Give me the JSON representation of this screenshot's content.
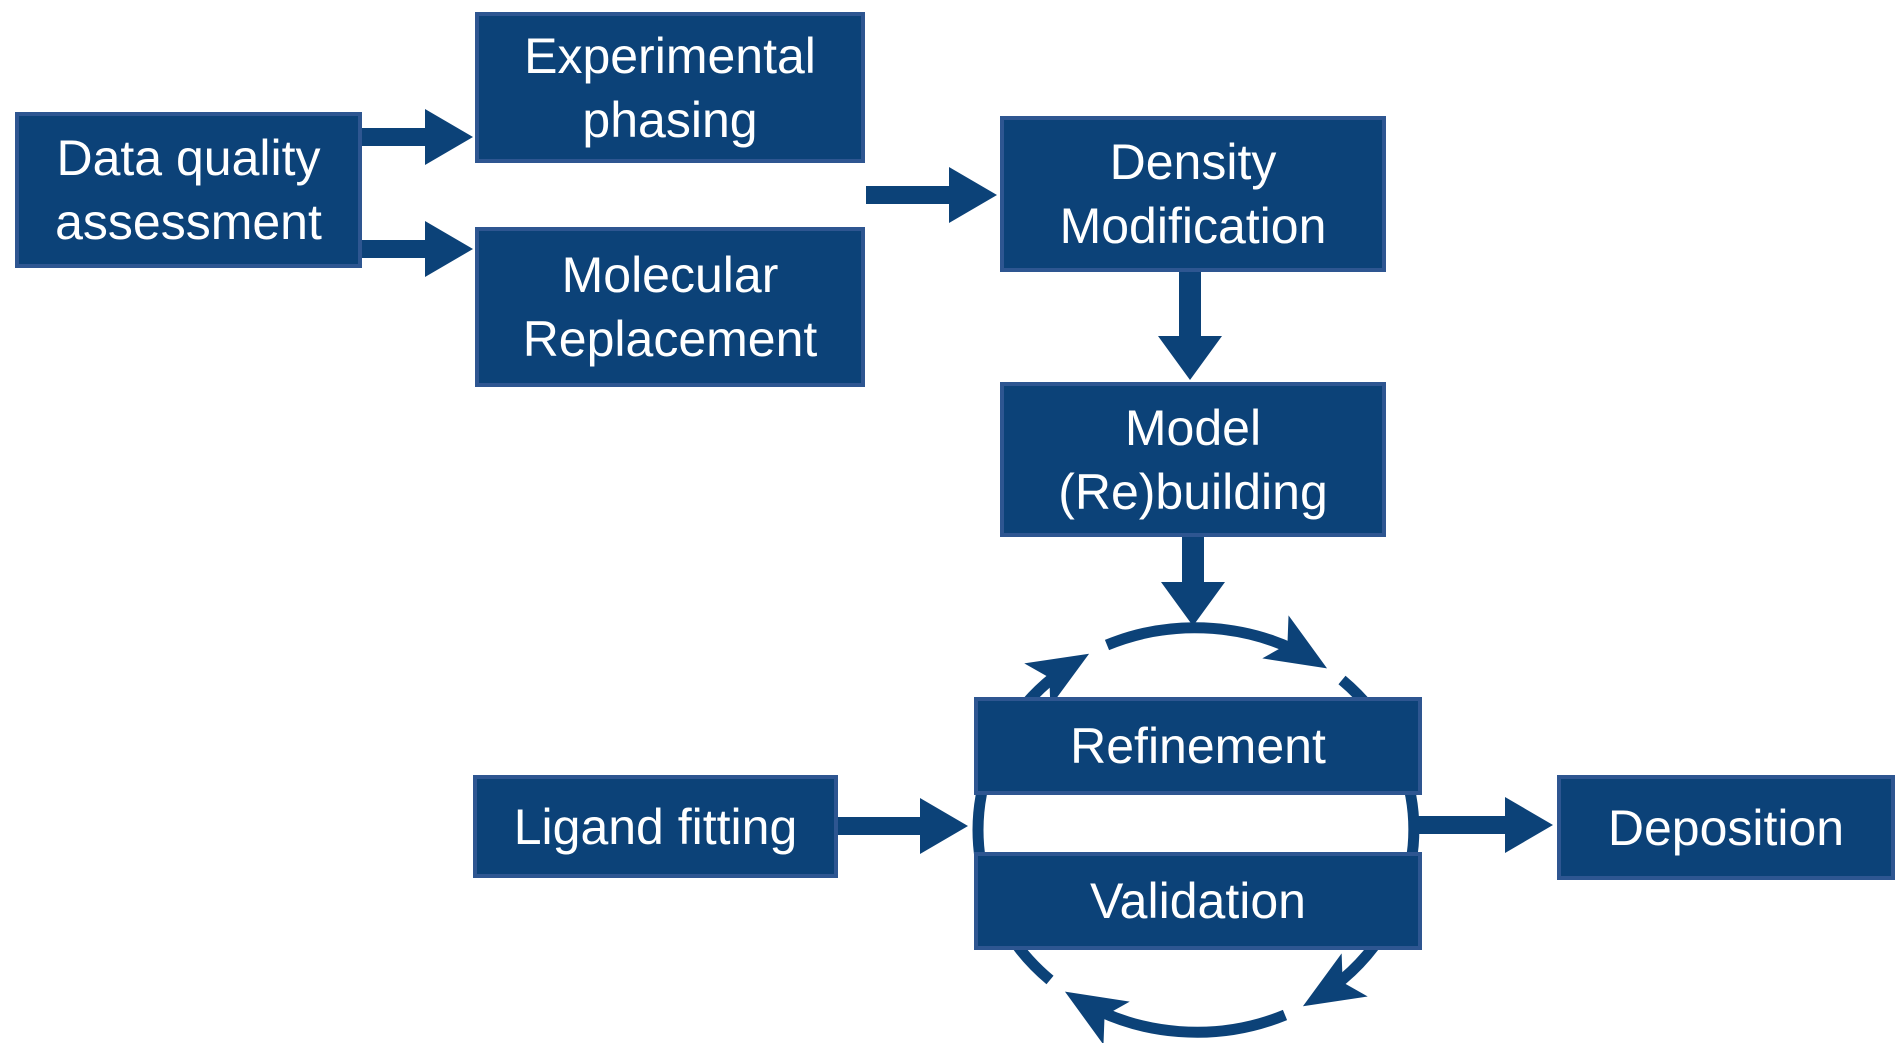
{
  "diagram": {
    "description": "Crystallographic structure solution workflow flowchart",
    "nodes": {
      "data_quality_assessment": {
        "label": "Data quality\nassessment"
      },
      "experimental_phasing": {
        "label": "Experimental\nphasing"
      },
      "molecular_replacement": {
        "label": "Molecular\nReplacement"
      },
      "density_modification": {
        "label": "Density\nModification"
      },
      "model_rebuilding": {
        "label": "Model\n(Re)building"
      },
      "refinement": {
        "label": "Refinement"
      },
      "validation": {
        "label": "Validation"
      },
      "ligand_fitting": {
        "label": "Ligand fitting"
      },
      "deposition": {
        "label": "Deposition"
      }
    },
    "edges": [
      {
        "from": "data_quality_assessment",
        "to": "experimental_phasing"
      },
      {
        "from": "data_quality_assessment",
        "to": "molecular_replacement"
      },
      {
        "from": "experimental_phasing_or_molecular_replacement",
        "to": "density_modification"
      },
      {
        "from": "density_modification",
        "to": "model_rebuilding"
      },
      {
        "from": "model_rebuilding",
        "to": "refinement_validation_cycle"
      },
      {
        "from": "ligand_fitting",
        "to": "refinement_validation_cycle"
      },
      {
        "from": "refinement_validation_cycle",
        "to": "deposition"
      }
    ],
    "cycle": {
      "members": [
        "refinement",
        "validation"
      ],
      "direction": "clockwise",
      "arrowhead_count": 4
    }
  },
  "colors": {
    "box_fill": "#0c4278",
    "box_border": "#2e5691",
    "arrow": "#0c4278",
    "text": "#ffffff",
    "background": "#ffffff"
  }
}
